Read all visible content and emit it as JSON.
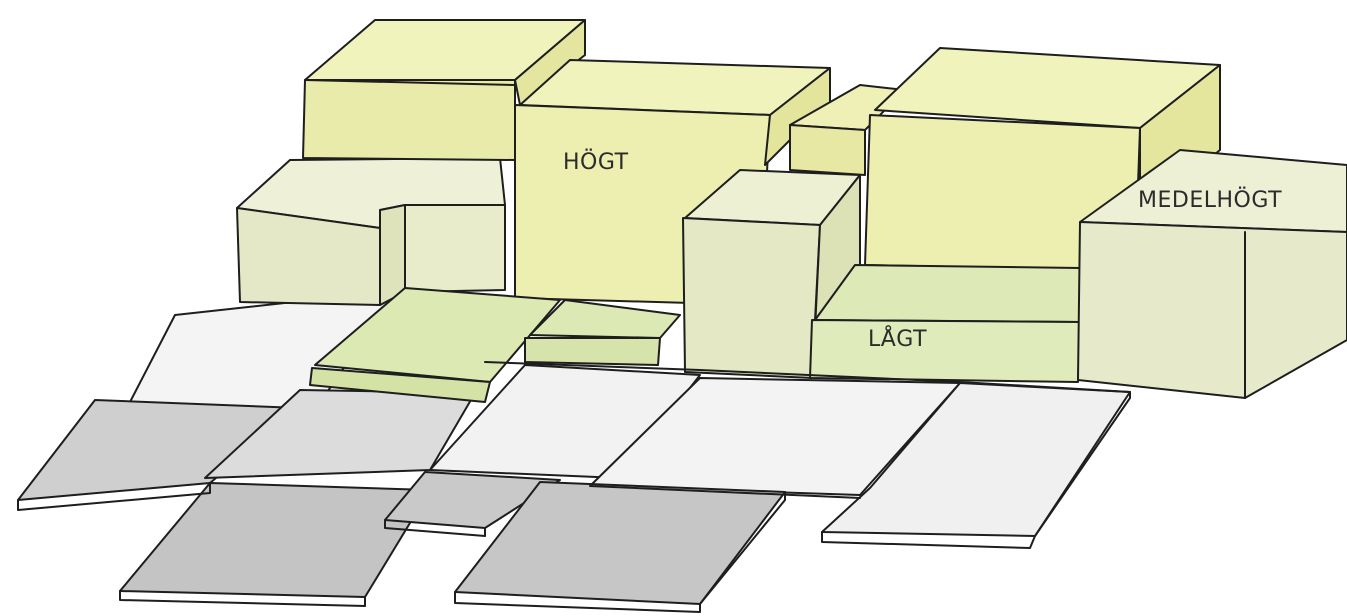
{
  "labels": {
    "high": "HÖGT",
    "medium": "MEDELHÖGT",
    "low": "LÅGT"
  },
  "colors": {
    "high": "#eef0b0",
    "high_side": "#e6e8a4",
    "medium": "#eaeed2",
    "medium_side": "#e2e6c4",
    "low": "#dde9b4",
    "low_side": "#d6e2aa",
    "paving_light": "#efefef",
    "paving_dark": "#c8c8c8",
    "outline": "#1e1e1e"
  }
}
